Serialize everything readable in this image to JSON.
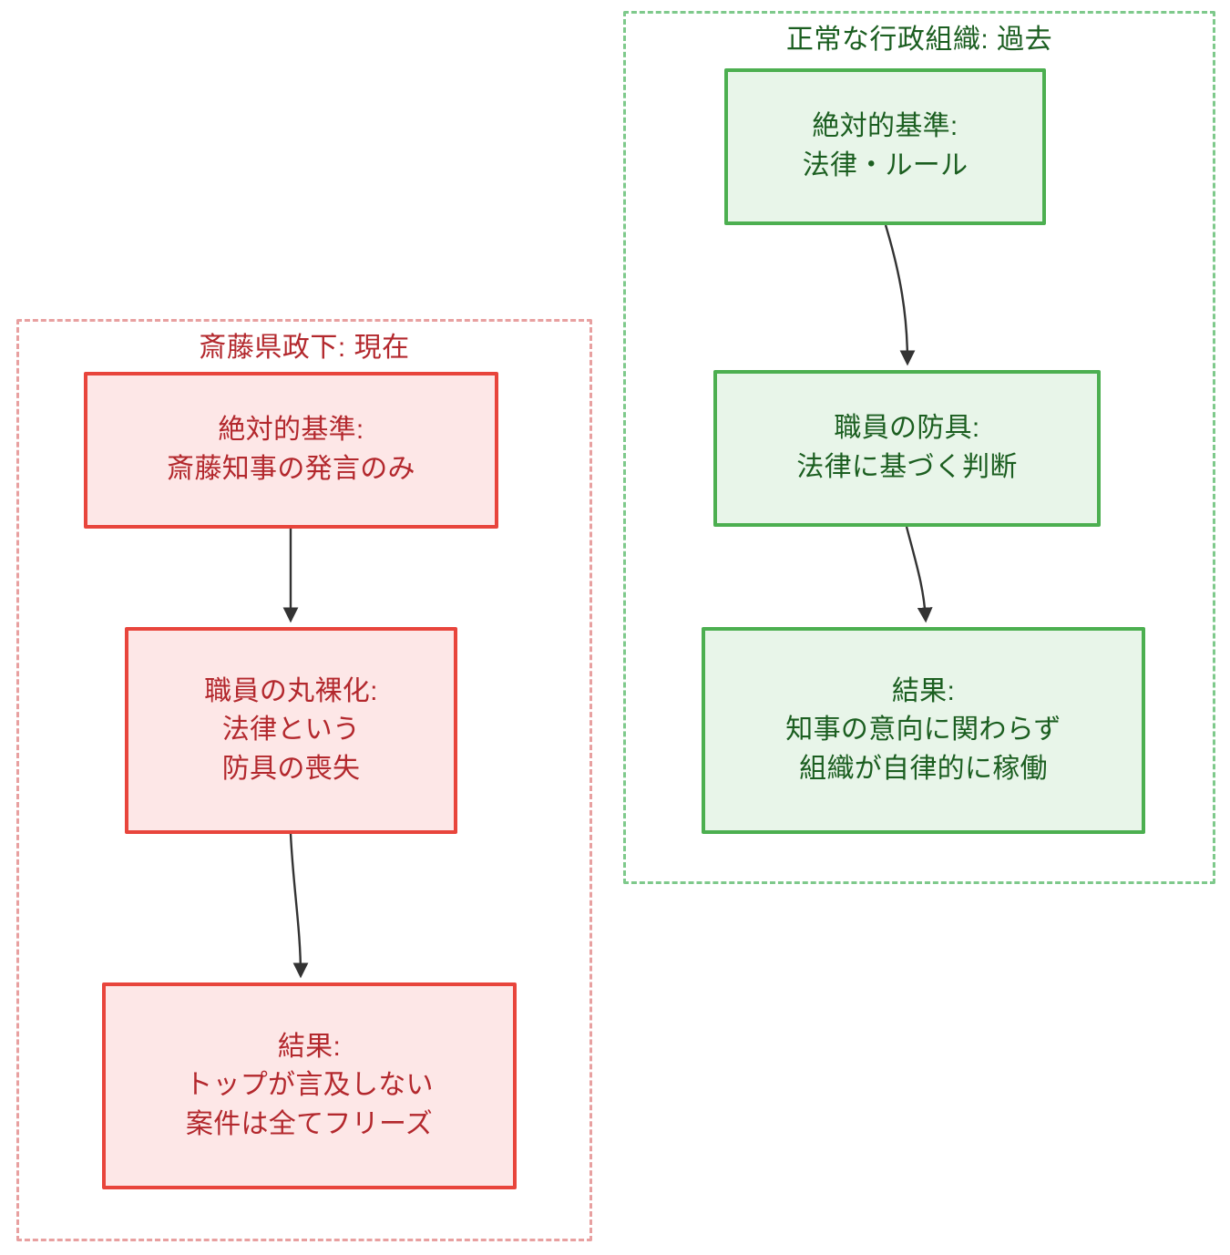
{
  "diagram": {
    "type": "flowchart",
    "direction": "top-down",
    "background": "#ffffff",
    "clusters": [
      {
        "id": "past",
        "title": "正常な行政組織: 過去",
        "accent": "#4caf50",
        "fill": "#e8f5e9",
        "text_color": "#1b5e20",
        "border_color": "#7ec98b",
        "nodes": [
          {
            "id": "past-standard",
            "lines": [
              "絶対的基準:",
              "法律・ルール"
            ]
          },
          {
            "id": "past-armor",
            "lines": [
              "職員の防具:",
              "法律に基づく判断"
            ]
          },
          {
            "id": "past-result",
            "lines": [
              "結果:",
              "知事の意向に関わらず",
              "組織が自律的に稼働"
            ]
          }
        ],
        "edges": [
          {
            "from": "past-standard",
            "to": "past-armor"
          },
          {
            "from": "past-armor",
            "to": "past-result"
          }
        ]
      },
      {
        "id": "present",
        "title": "斎藤県政下: 現在",
        "accent": "#e8453c",
        "fill": "#fde7e7",
        "text_color": "#b3282d",
        "border_color": "#e8a0a0",
        "nodes": [
          {
            "id": "present-standard",
            "lines": [
              "絶対的基準:",
              "斎藤知事の発言のみ"
            ]
          },
          {
            "id": "present-stripped",
            "lines": [
              "職員の丸裸化:",
              "法律という",
              "防具の喪失"
            ]
          },
          {
            "id": "present-result",
            "lines": [
              "結果:",
              "トップが言及しない",
              "案件は全てフリーズ"
            ]
          }
        ],
        "edges": [
          {
            "from": "present-standard",
            "to": "present-stripped"
          },
          {
            "from": "present-stripped",
            "to": "present-result"
          }
        ]
      }
    ]
  }
}
